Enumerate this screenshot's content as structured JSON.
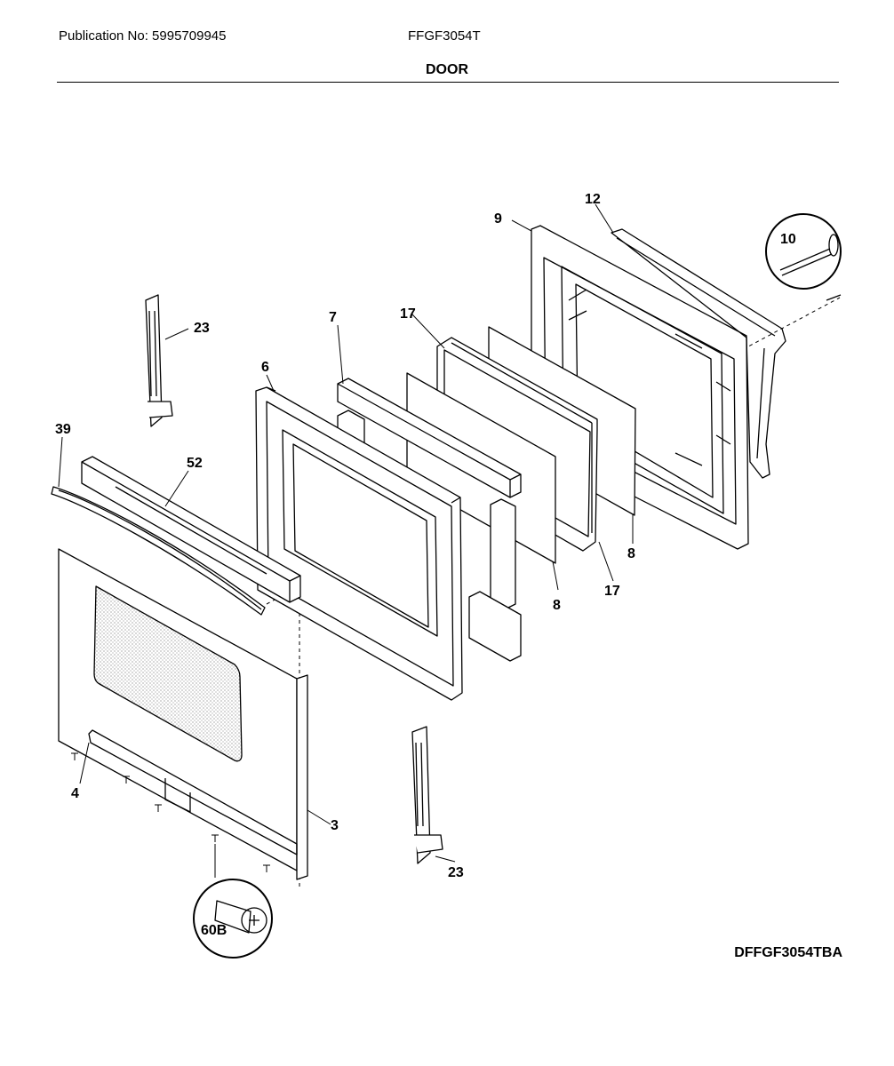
{
  "header": {
    "publication": "Publication No: 5995709945",
    "model": "FFGF3054T",
    "section_title": "DOOR"
  },
  "diagram_code": "DFFGF3054TBA",
  "callouts": {
    "c23a": "23",
    "c23b": "23",
    "c39": "39",
    "c52": "52",
    "c6": "6",
    "c7": "7",
    "c17a": "17",
    "c17b": "17",
    "c8a": "8",
    "c8b": "8",
    "c9": "9",
    "c12": "12",
    "c10": "10",
    "c4": "4",
    "c3": "3",
    "c60b": "60B"
  }
}
